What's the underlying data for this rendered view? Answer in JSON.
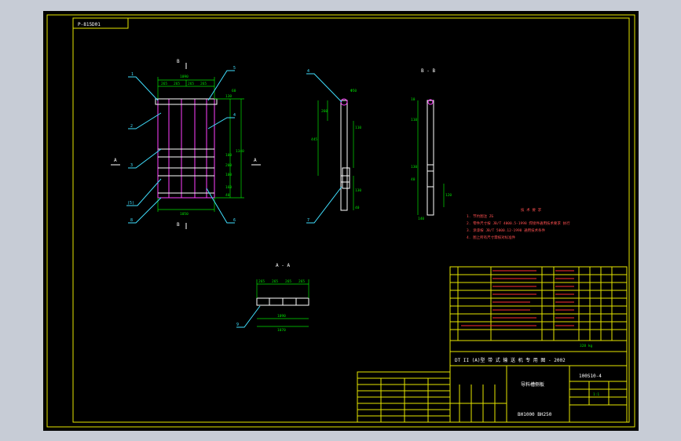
{
  "drawing_code": "P-815D01",
  "section_labels": {
    "b_top": "B",
    "b_bottom": "B",
    "a_left": "A",
    "a_right": "A",
    "bb": "B - B",
    "aa": "A - A"
  },
  "front_view": {
    "dims_top": [
      "265",
      "265",
      "265",
      "265"
    ],
    "dim_overall_top": "1090",
    "dim_bottom": "1050",
    "dims_right": [
      "60",
      "130",
      "100",
      "1340",
      "200",
      "100",
      "160",
      "40"
    ],
    "callouts": [
      "1",
      "2",
      "3",
      "(5)",
      "8",
      "5",
      "4",
      "6"
    ]
  },
  "side_view": {
    "callouts": [
      "4",
      "7"
    ],
    "dims": [
      "Φ50",
      "260",
      "445",
      "110",
      "130",
      "40"
    ]
  },
  "bb_view": {
    "dims": [
      "10",
      "110",
      "130",
      "40",
      "140",
      "120"
    ]
  },
  "aa_view": {
    "dims_top": [
      "265",
      "265",
      "265",
      "265"
    ],
    "dim_inner": "1090",
    "dim_outer": "1070",
    "callout": "9"
  },
  "tech_requirements": {
    "title": "技 术 要 求",
    "items": [
      "1. 节约图注 ZG",
      "2. 零件尺寸按 JB/T 4000.5-1998 焊接件通用技术要求 执行",
      "3. 涂漆按 JB/T 5000.12-1998 通用技术条件",
      "4. 图上所有尺寸需核对标准件"
    ]
  },
  "title_block": {
    "drawing_no": "DT II (A)型  带 式 输 送 机 专 用 图 - 2002",
    "part_code": "100S10-4",
    "name": "导料槽侧板",
    "spec": "BH1000 BH250",
    "scale": "1:1",
    "weight": "328 kg"
  }
}
